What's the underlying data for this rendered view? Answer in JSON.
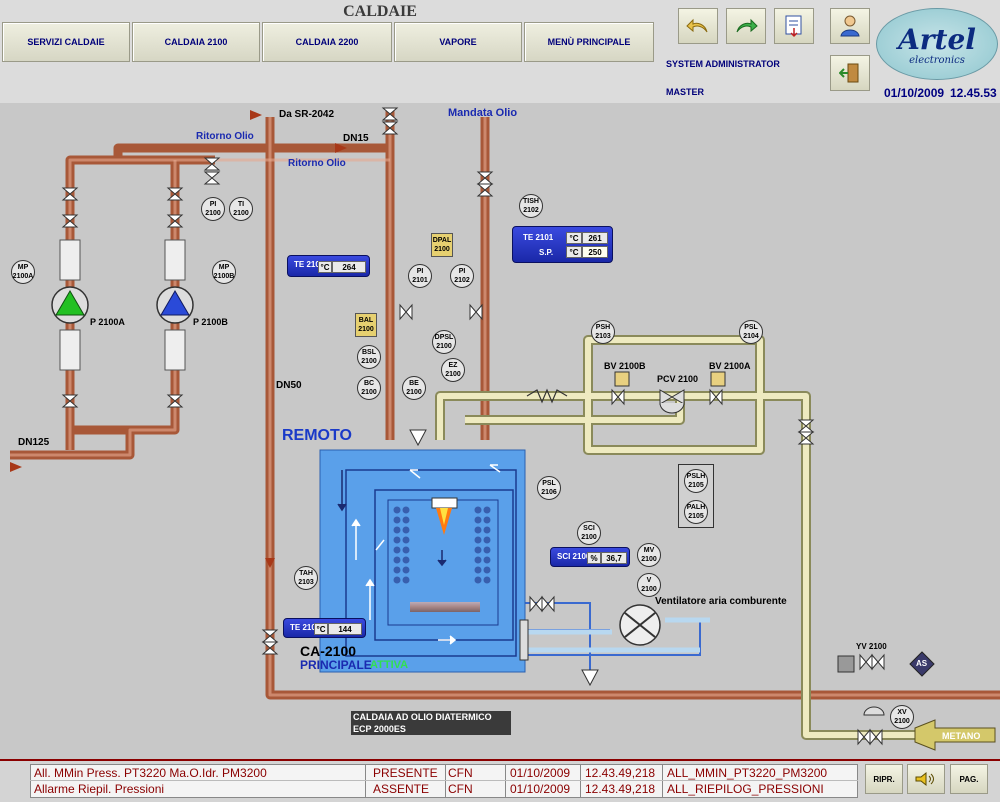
{
  "header": {
    "title": "CALDAIE",
    "nav": [
      "SERVIZI CALDAIE",
      "CALDAIA 2100",
      "CALDAIA 2200",
      "VAPORE",
      "MENÙ PRINCIPALE"
    ],
    "user_role": "SYSTEM ADMINISTRATOR",
    "user_name": "MASTER",
    "date": "01/10/2009",
    "time": "12.45.53",
    "logo_main": "Artel",
    "logo_sub": "electronics"
  },
  "toolbar": {
    "icons": [
      "undo-arrow-icon",
      "redo-arrow-icon",
      "document-icon",
      "user-icon",
      "exit-door-icon"
    ]
  },
  "diagram": {
    "labels": {
      "da_sr": "Da SR-2042",
      "ritorno_olio_1": "Ritorno Olio",
      "ritorno_olio_2": "Ritorno Olio",
      "dn15": "DN15",
      "mandata_olio": "Mandata Olio",
      "dn50": "DN50",
      "dn125": "DN125",
      "remoto": "REMOTO",
      "ca2100": "CA-2100",
      "principale": "PRINCIPALE",
      "attiva": "ATTIVA",
      "ventilatore": "Ventilatore aria comburente",
      "metano": "METANO",
      "boiler_desc_1": "CALDAIA AD OLIO DIATERMICO",
      "boiler_desc_2": "ECP 2000ES",
      "p2100a": "P 2100A",
      "p2100b": "P 2100B",
      "bv2100b": "BV 2100B",
      "pcv2100": "PCV 2100",
      "bv2100a": "BV 2100A",
      "yv2100": "YV 2100",
      "as": "AS"
    },
    "instruments": {
      "mp2100a": [
        "MP",
        "2100A"
      ],
      "mp2100b": [
        "MP",
        "2100B"
      ],
      "pi2100": [
        "PI",
        "2100"
      ],
      "ti2100": [
        "TI",
        "2100"
      ],
      "tish2102": [
        "TISH",
        "2102"
      ],
      "pi2101": [
        "PI",
        "2101"
      ],
      "pi2102": [
        "PI",
        "2102"
      ],
      "dpsl2100": [
        "DPSL",
        "2100"
      ],
      "ez2100": [
        "EZ",
        "2100"
      ],
      "bsl2100": [
        "BSL",
        "2100"
      ],
      "bc2100": [
        "BC",
        "2100"
      ],
      "be2100": [
        "BE",
        "2100"
      ],
      "psh2103": [
        "PSH",
        "2103"
      ],
      "psl2104": [
        "PSL",
        "2104"
      ],
      "psl2106": [
        "PSL",
        "2106"
      ],
      "pslh2105": [
        "PSLH",
        "2105"
      ],
      "palh2105": [
        "PALH",
        "2105"
      ],
      "sci2100": [
        "SCI",
        "2100"
      ],
      "mv2100": [
        "MV",
        "2100"
      ],
      "v2100": [
        "V",
        "2100"
      ],
      "tah2103": [
        "TAH",
        "2103"
      ],
      "xv2100": [
        "XV",
        "2100"
      ],
      "dpal2100": [
        "DPAL",
        "2100"
      ],
      "bal2100": [
        "BAL",
        "2100"
      ]
    },
    "readouts": {
      "te2100": {
        "tag": "TE 2100",
        "unit": "°C",
        "value": "264"
      },
      "te2101": {
        "tag": "TE 2101",
        "unit": "°C",
        "value": "261",
        "sp_label": "S.P.",
        "sp_unit": "°C",
        "sp_value": "250"
      },
      "sci2100": {
        "tag": "SCI 2100",
        "unit": "%",
        "value": "36,7"
      },
      "te2103": {
        "tag": "TE 2103",
        "unit": "°C",
        "value": "144"
      }
    }
  },
  "alarms": [
    {
      "text": "All. MMin Press. PT3220 Ma.O.Idr. PM3200",
      "state": "PRESENTE",
      "area": "CFN",
      "date": "01/10/2009",
      "time": "12.43.49,218",
      "code": "ALL_MMIN_PT3220_PM3200"
    },
    {
      "text": "Allarme Riepil. Pressioni",
      "state": "ASSENTE",
      "area": "CFN",
      "date": "01/10/2009",
      "time": "12.43.49,218",
      "code": "ALL_RIEPILOG_PRESSIONI"
    }
  ],
  "footer_buttons": {
    "ripr": "RIPR.",
    "pag": "PAG."
  },
  "colors": {
    "pipe_copper": "#c87a5a",
    "pipe_cream": "#e8e4b4",
    "boiler_blue": "#5aa0ea",
    "readout_blue": "#2030c8",
    "pump_green": "#22c022",
    "pump_blue": "#2a4ad8",
    "accent_navy": "#00007a",
    "alarm_red": "#8a0000"
  }
}
